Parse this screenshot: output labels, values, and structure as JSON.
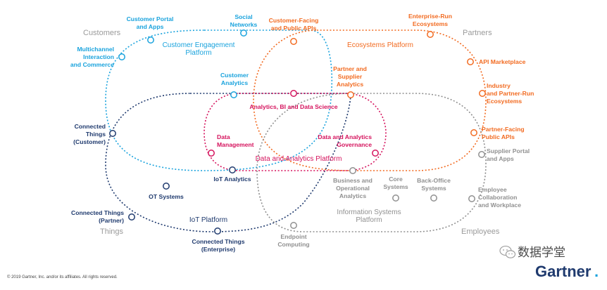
{
  "colors": {
    "customer": "#1aa3dd",
    "ecosystem": "#f26b21",
    "analytics": "#d5135d",
    "iot": "#1f3a6e",
    "infosys": "#909090",
    "gray_text": "#9a9a9a",
    "dark_text": "#1f3a6e"
  },
  "corners": {
    "customers": "Customers",
    "partners": "Partners",
    "things": "Things",
    "employees": "Employees"
  },
  "platforms": {
    "customer_engagement": [
      "Customer Engagement",
      "Platform"
    ],
    "ecosystems": [
      "Ecosystems Platform"
    ],
    "data_analytics": [
      "Data and Analytics Platform"
    ],
    "iot": [
      "IoT Platform"
    ],
    "information_systems": [
      "Information Systems",
      "Platform"
    ]
  },
  "nodes": {
    "customer_portal": [
      "Customer Portal",
      "and Apps"
    ],
    "social_networks": [
      "Social",
      "Networks"
    ],
    "customer_facing_apis": [
      "Customer-Facing",
      "and Public APIs"
    ],
    "enterprise_run": [
      "Enterprise-Run",
      "Ecosystems"
    ],
    "multichannel": [
      "Multichannel",
      "Interaction",
      "and Commerce"
    ],
    "api_marketplace": [
      "API Marketplace"
    ],
    "customer_analytics": [
      "Customer",
      "Analytics"
    ],
    "partner_supplier_analytics": [
      "Partner and",
      "Supplier",
      "Analytics"
    ],
    "industry_partner_run": [
      "Industry",
      "and Partner-Run",
      "Ecosystems"
    ],
    "analytics_bi": [
      "Analytics, BI and Data Science"
    ],
    "connected_customer": [
      "Connected",
      "Things",
      "(Customer)"
    ],
    "partner_facing_apis": [
      "Partner-Facing",
      "Public APIs"
    ],
    "data_management": [
      "Data",
      "Management"
    ],
    "data_governance": [
      "Data and Analytics",
      "Governance"
    ],
    "supplier_portal": [
      "Supplier Portal",
      "and Apps"
    ],
    "iot_analytics": [
      "IoT Analytics"
    ],
    "business_operational": [
      "Business and",
      "Operational",
      "Analytics"
    ],
    "core_systems": [
      "Core",
      "Systems"
    ],
    "back_office": [
      "Back-Office",
      "Systems"
    ],
    "employee_collab": [
      "Employee",
      "Collaboration",
      "and Workplace"
    ],
    "ot_systems": [
      "OT Systems"
    ],
    "connected_partner": [
      "Connected Things",
      "(Partner)"
    ],
    "connected_enterprise": [
      "Connected Things",
      "(Enterprise)"
    ],
    "endpoint_computing": [
      "Endpoint",
      "Computing"
    ]
  },
  "footer": {
    "copyright": "© 2019 Gartner, Inc. and/or its affiliates. All rights reserved.",
    "watermark": "数据学堂",
    "logo": "Gartner",
    "logo_dot": "."
  }
}
